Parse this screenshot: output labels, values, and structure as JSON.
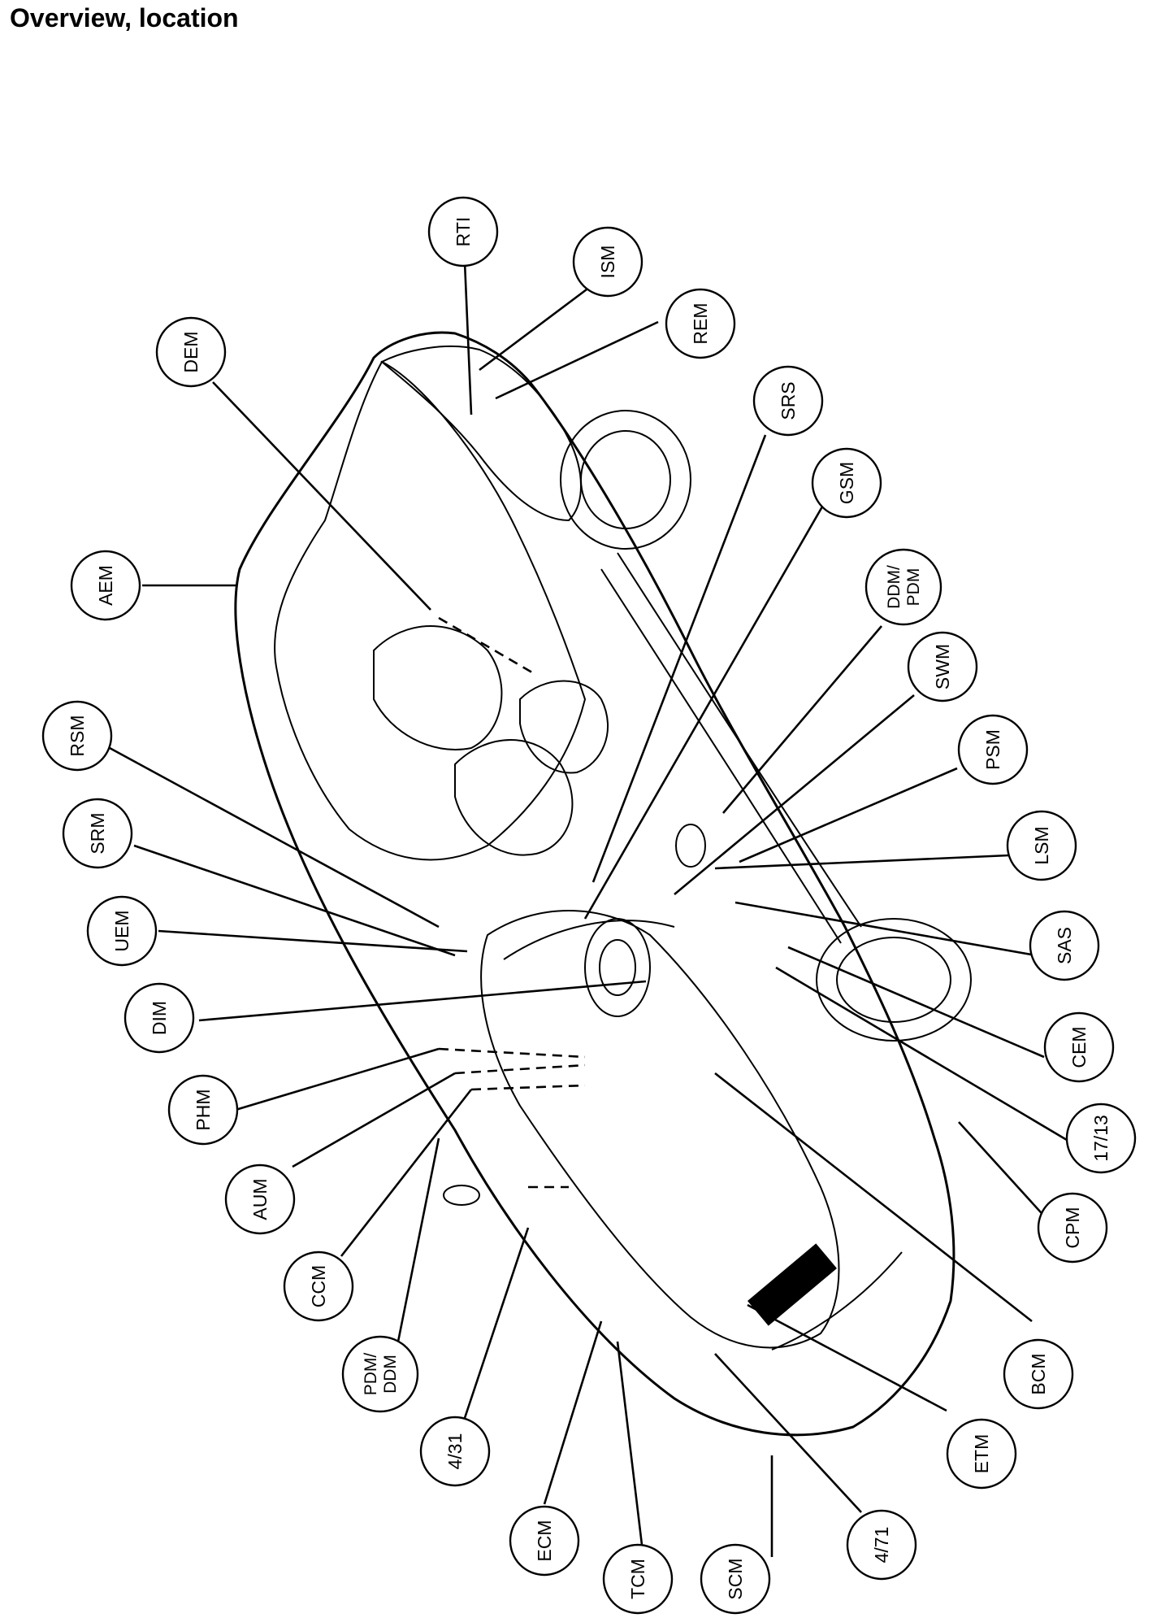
{
  "header": {
    "title": "Overview, location"
  },
  "diagram": {
    "modules": [
      {
        "id": "RTI",
        "label": "RTI"
      },
      {
        "id": "ISM",
        "label": "ISM"
      },
      {
        "id": "REM",
        "label": "REM"
      },
      {
        "id": "DEM",
        "label": "DEM"
      },
      {
        "id": "SRS",
        "label": "SRS"
      },
      {
        "id": "GSM",
        "label": "GSM"
      },
      {
        "id": "DDM_PDM",
        "label": "DDM/ PDM"
      },
      {
        "id": "AEM",
        "label": "AEM"
      },
      {
        "id": "SWM",
        "label": "SWM"
      },
      {
        "id": "PSM",
        "label": "PSM"
      },
      {
        "id": "RSM",
        "label": "RSM"
      },
      {
        "id": "LSM",
        "label": "LSM"
      },
      {
        "id": "SRM",
        "label": "SRM"
      },
      {
        "id": "SAS",
        "label": "SAS"
      },
      {
        "id": "UEM",
        "label": "UEM"
      },
      {
        "id": "CEM",
        "label": "CEM"
      },
      {
        "id": "DIM",
        "label": "DIM"
      },
      {
        "id": "17_13",
        "label": "17/13"
      },
      {
        "id": "PHM",
        "label": "PHM"
      },
      {
        "id": "CPM",
        "label": "CPM"
      },
      {
        "id": "AUM",
        "label": "AUM"
      },
      {
        "id": "CCM",
        "label": "CCM"
      },
      {
        "id": "BCM",
        "label": "BCM"
      },
      {
        "id": "PDM_DDM",
        "label": "PDM/ DDM"
      },
      {
        "id": "4_31",
        "label": "4/31"
      },
      {
        "id": "ETM",
        "label": "ETM"
      },
      {
        "id": "ECM",
        "label": "ECM"
      },
      {
        "id": "4_71",
        "label": "4/71"
      },
      {
        "id": "TCM",
        "label": "TCM"
      },
      {
        "id": "SCM",
        "label": "SCM"
      }
    ]
  }
}
